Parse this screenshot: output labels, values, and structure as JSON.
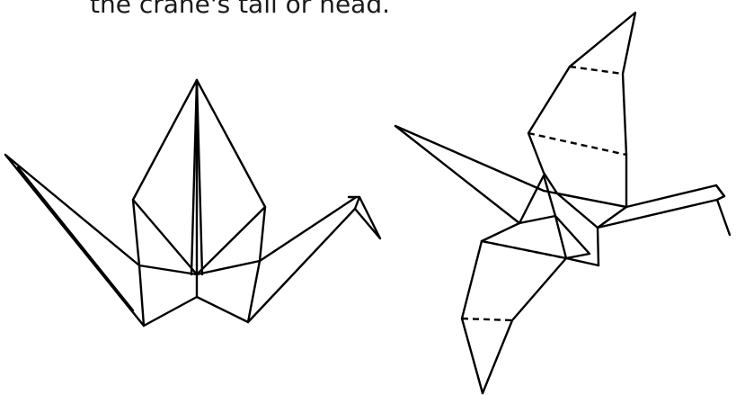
{
  "caption": {
    "text": "the crane's tail or head."
  },
  "figures": [
    {
      "name": "folded-crane-front-view"
    },
    {
      "name": "folded-crane-flying-view"
    }
  ]
}
